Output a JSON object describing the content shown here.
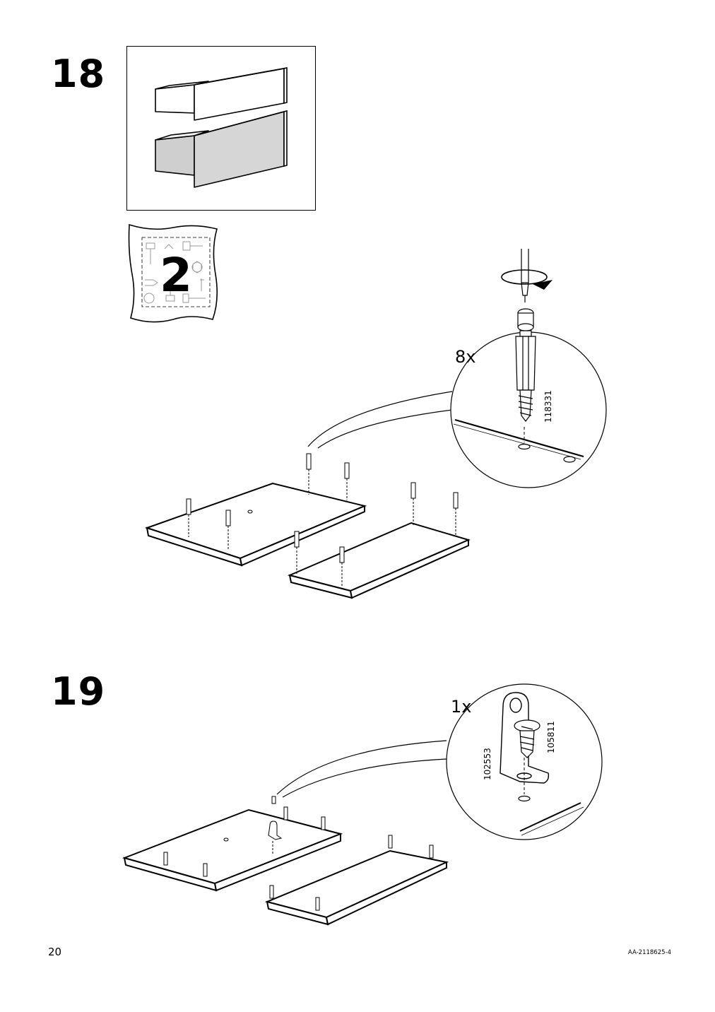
{
  "step18": {
    "number": "18",
    "people_count": "2",
    "quantity": "8x",
    "part_number": "118331"
  },
  "step19": {
    "number": "19",
    "quantity": "1x",
    "part_number_bracket": "102553",
    "part_number_screw": "105811"
  },
  "footer": {
    "page_number": "20",
    "document_code": "AA-2118625-4"
  }
}
